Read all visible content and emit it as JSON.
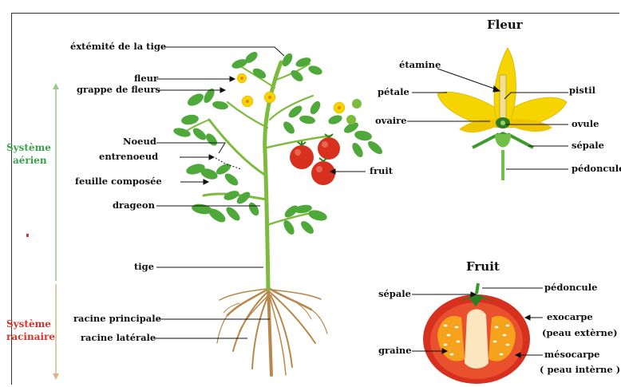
{
  "colors": {
    "aerial": "#3aa24a",
    "root": "#d9352b",
    "leaf": "#4fa83a",
    "leaf_dark": "#2f7d22",
    "stem": "#7dbb3c",
    "tomato": "#d8301f",
    "flower": "#f5d400",
    "root_color": "#b8874a"
  },
  "plant": {
    "labels": {
      "extremite": "éxtémité de la tige",
      "fleur": "fleur",
      "grappe": "grappe de fleurs",
      "noeud": "Noeud",
      "entrenoeud": "entrenoeud",
      "feuille": "feuille composée",
      "drageon": "drageon",
      "tige": "tige",
      "racine_principale": "racine principale",
      "racine_laterale": "racine latérale",
      "fruit": "fruit"
    },
    "systems": {
      "aerien_line1": "Système",
      "aerien_line2": "aérien",
      "racinaire_line1": "Système",
      "racinaire_line2": "racinaire"
    }
  },
  "flower_panel": {
    "title": "Fleur",
    "labels": {
      "etamine": "étamine",
      "petale": "pétale",
      "ovaire": "ovaire",
      "pistil": "pistil",
      "ovule": "ovule",
      "sepale": "sépale",
      "pedoncule": "pédoncule"
    }
  },
  "fruit_panel": {
    "title": "Fruit",
    "labels": {
      "sepale": "sépale",
      "pedoncule": "pédoncule",
      "exocarpe": "exocarpe",
      "exocarpe_note": "(peau extèrne)",
      "graine": "graine",
      "mesocarpe": "mésocarpe",
      "mesocarpe_note": "( peau intèrne )"
    }
  }
}
